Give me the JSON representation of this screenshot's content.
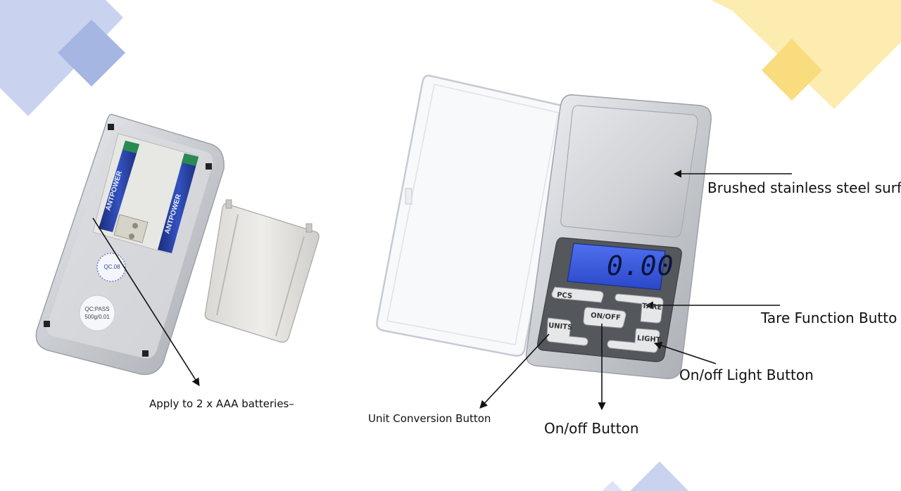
{
  "colors": {
    "decor_blue": "#c5cfee",
    "decor_blue_dark": "#9fb0e0",
    "decor_yellow": "#fbe9a9",
    "decor_yellow_dark": "#f7d978",
    "lcd_blue": "#3a5bdc",
    "silver": "#c9cbcf"
  },
  "scale": {
    "display_value": "0.00",
    "buttons": {
      "pcs": "PCS",
      "tare": "TARE",
      "onoff": "ON/OFF",
      "units": "UNITS",
      "light": "LIGHT"
    },
    "stamp_qc": "QC.08",
    "stamp_pass_line1": "QC:PASS",
    "stamp_pass_line2": "500g/0.01"
  },
  "battery_brand": "ANTPOWER",
  "annotations": {
    "surface": "Brushed stainless steel surfa",
    "tare": "Tare Function Butto",
    "light": "On/off Light Button",
    "onoff": "On/off Button",
    "units": "Unit Conversion  Button",
    "batteries": "Apply to 2 x AAA batteries–"
  }
}
